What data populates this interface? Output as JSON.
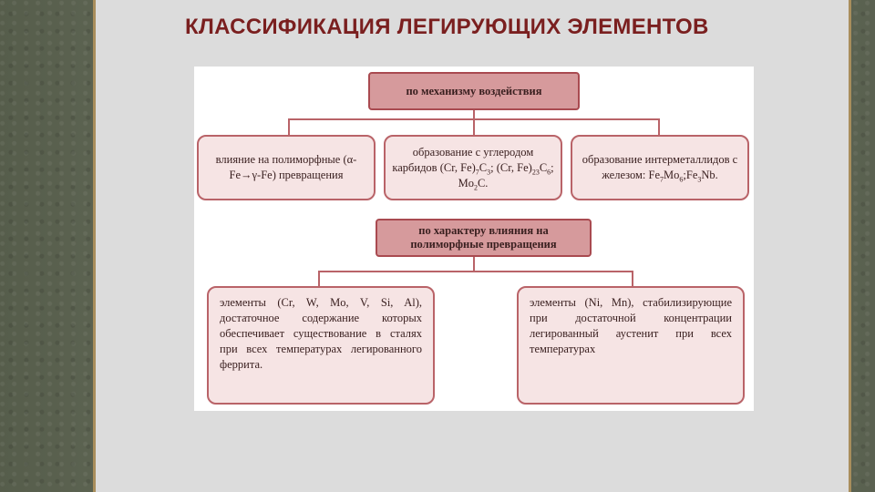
{
  "title": "КЛАССИФИКАЦИЯ  ЛЕГИРУЮЩИХ ЭЛЕМЕНТОВ",
  "diagram": {
    "top_header": "по механизму воздействия",
    "mechanism_items": [
      "влияние на полиморфные (α-Fe→γ-Fe) превращения",
      "образование с углеродом карбидов (Cr, Fe)7C3; (Cr, Fe)23C6; Mo2C.",
      "образование интерметаллидов с железом: Fe7Mo6;Fe3Nb."
    ],
    "second_header": "по характеру влияния на полиморфные превращения",
    "polymorph_items": [
      "элементы (Cr, W, Mo, V, Si, Al), достаточное содержание которых обеспечивает существование в сталях при всех температурах легированного феррита.",
      "элементы (Ni, Mn), стабилизирующие при достаточной концентрации легированный аустенит при всех температурах"
    ]
  }
}
